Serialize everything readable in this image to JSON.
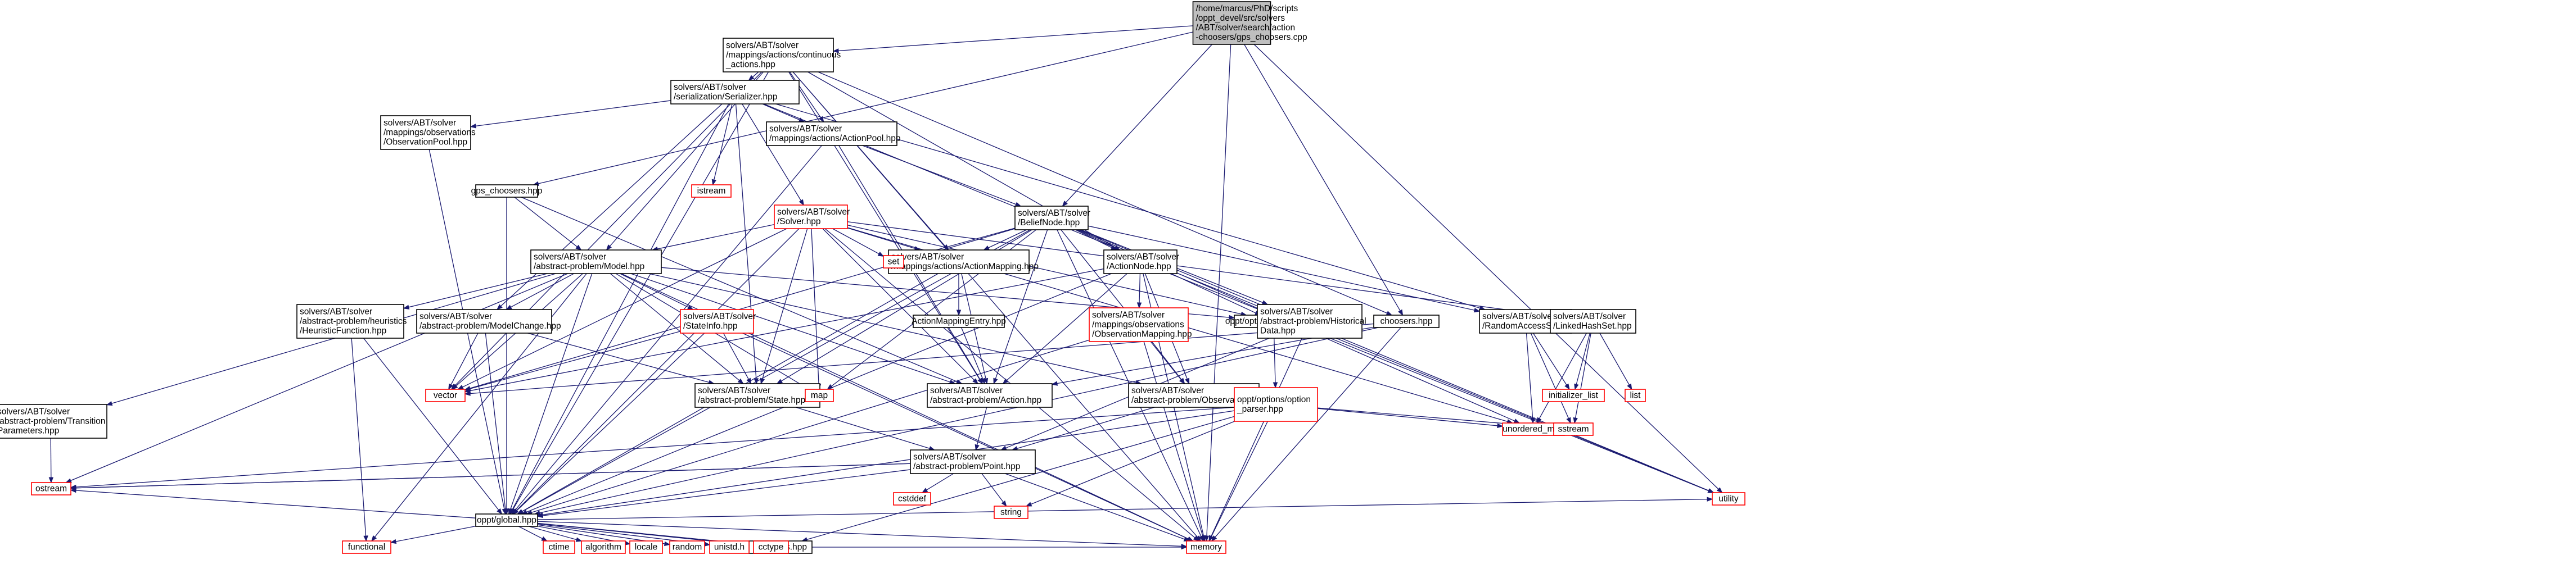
{
  "colors": {
    "node_fill": "#ffffff",
    "node_border": "#000000",
    "root_fill": "#bfbfbf",
    "root_border": "#000000",
    "missing_border": "#ff0000",
    "edge": "#191970"
  },
  "nodes": [
    {
      "id": "root",
      "lines": [
        "/home/marcus/PhD/scripts",
        "/oppt_devel/src/solvers",
        "/ABT/solver/search/action",
        "-choosers/gps_choosers.cpp"
      ],
      "style": "root"
    },
    {
      "id": "continuous_actions",
      "lines": [
        "solvers/ABT/solver",
        "/mappings/actions/continuous",
        "_actions.hpp"
      ],
      "style": "normal"
    },
    {
      "id": "serializer",
      "lines": [
        "solvers/ABT/solver",
        "/serialization/Serializer.hpp"
      ],
      "style": "normal"
    },
    {
      "id": "observation_pool",
      "lines": [
        "solvers/ABT/solver",
        "/mappings/observations",
        "/ObservationPool.hpp"
      ],
      "style": "normal"
    },
    {
      "id": "action_pool",
      "lines": [
        "solvers/ABT/solver",
        "/mappings/actions/ActionPool.hpp"
      ],
      "style": "normal"
    },
    {
      "id": "gps_choosers",
      "lines": [
        "gps_choosers.hpp"
      ],
      "style": "normal"
    },
    {
      "id": "solver",
      "lines": [
        "solvers/ABT/solver",
        "/Solver.hpp"
      ],
      "style": "missing"
    },
    {
      "id": "belief_node",
      "lines": [
        "solvers/ABT/solver",
        "/BeliefNode.hpp"
      ],
      "style": "normal"
    },
    {
      "id": "model",
      "lines": [
        "solvers/ABT/solver",
        "/abstract-problem/Model.hpp"
      ],
      "style": "normal"
    },
    {
      "id": "action_mapping",
      "lines": [
        "solvers/ABT/solver",
        "/mappings/actions/ActionMapping.hpp"
      ],
      "style": "normal"
    },
    {
      "id": "action_node",
      "lines": [
        "solvers/ABT/solver",
        "/ActionNode.hpp"
      ],
      "style": "normal"
    },
    {
      "id": "heuristic",
      "lines": [
        "solvers/ABT/solver",
        "/abstract-problem/heuristics",
        "/HeuristicFunction.hpp"
      ],
      "style": "normal"
    },
    {
      "id": "model_change",
      "lines": [
        "solvers/ABT/solver",
        "/abstract-problem/ModelChange.hpp"
      ],
      "style": "normal"
    },
    {
      "id": "state_info",
      "lines": [
        "solvers/ABT/solver",
        "/StateInfo.hpp"
      ],
      "style": "missing"
    },
    {
      "id": "action_mapping_entry",
      "lines": [
        "ActionMappingEntry.hpp"
      ],
      "style": "normal"
    },
    {
      "id": "obs_mapping",
      "lines": [
        "solvers/ABT/solver",
        "/mappings/observations",
        "/ObservationMapping.hpp"
      ],
      "style": "missing"
    },
    {
      "id": "options",
      "lines": [
        "oppt/options/Options.hpp"
      ],
      "style": "normal"
    },
    {
      "id": "historical_data",
      "lines": [
        "solvers/ABT/solver",
        "/abstract-problem/Historical",
        "Data.hpp"
      ],
      "style": "normal"
    },
    {
      "id": "choosers",
      "lines": [
        "choosers.hpp"
      ],
      "style": "normal"
    },
    {
      "id": "random_access_set",
      "lines": [
        "solvers/ABT/solver",
        "/RandomAccessSet.hpp"
      ],
      "style": "normal"
    },
    {
      "id": "linked_hash_set",
      "lines": [
        "solvers/ABT/solver",
        "/LinkedHashSet.hpp"
      ],
      "style": "normal"
    },
    {
      "id": "transition_params",
      "lines": [
        "solvers/ABT/solver",
        "/abstract-problem/Transition",
        "Parameters.hpp"
      ],
      "style": "normal"
    },
    {
      "id": "state",
      "lines": [
        "solvers/ABT/solver",
        "/abstract-problem/State.hpp"
      ],
      "style": "normal"
    },
    {
      "id": "action",
      "lines": [
        "solvers/ABT/solver",
        "/abstract-problem/Action.hpp"
      ],
      "style": "normal"
    },
    {
      "id": "observation",
      "lines": [
        "solvers/ABT/solver",
        "/abstract-problem/Observation.hpp"
      ],
      "style": "normal"
    },
    {
      "id": "option_parser",
      "lines": [
        "oppt/options/option",
        "_parser.hpp"
      ],
      "style": "missing"
    },
    {
      "id": "point",
      "lines": [
        "solvers/ABT/solver",
        "/abstract-problem/Point.hpp"
      ],
      "style": "normal"
    },
    {
      "id": "global",
      "lines": [
        "oppt/global.hpp"
      ],
      "style": "normal"
    },
    {
      "id": "oppt_typedefs",
      "lines": [
        "oppt/defs.hpp"
      ],
      "style": "normal"
    },
    {
      "id": "istream",
      "lines": [
        "istream"
      ],
      "style": "missing"
    },
    {
      "id": "ostream",
      "lines": [
        "ostream"
      ],
      "style": "missing"
    },
    {
      "id": "vector",
      "lines": [
        "vector"
      ],
      "style": "missing"
    },
    {
      "id": "set",
      "lines": [
        "set"
      ],
      "style": "missing"
    },
    {
      "id": "map",
      "lines": [
        "map"
      ],
      "style": "missing"
    },
    {
      "id": "utility",
      "lines": [
        "utility"
      ],
      "style": "missing"
    },
    {
      "id": "memory",
      "lines": [
        "memory"
      ],
      "style": "missing"
    },
    {
      "id": "unordered_map",
      "lines": [
        "unordered_map"
      ],
      "style": "missing"
    },
    {
      "id": "initializer_list",
      "lines": [
        "initializer_list"
      ],
      "style": "missing"
    },
    {
      "id": "list",
      "lines": [
        "list"
      ],
      "style": "missing"
    },
    {
      "id": "sstream",
      "lines": [
        "sstream"
      ],
      "style": "missing"
    },
    {
      "id": "string",
      "lines": [
        "string"
      ],
      "style": "missing"
    },
    {
      "id": "cstddef",
      "lines": [
        "cstddef"
      ],
      "style": "missing"
    },
    {
      "id": "functional",
      "lines": [
        "functional"
      ],
      "style": "missing"
    },
    {
      "id": "ctime",
      "lines": [
        "ctime"
      ],
      "style": "missing"
    },
    {
      "id": "algorithm",
      "lines": [
        "algorithm"
      ],
      "style": "missing"
    },
    {
      "id": "locale",
      "lines": [
        "locale"
      ],
      "style": "missing"
    },
    {
      "id": "random",
      "lines": [
        "random"
      ],
      "style": "missing"
    },
    {
      "id": "unistd",
      "lines": [
        "unistd.h"
      ],
      "style": "missing"
    },
    {
      "id": "cctype",
      "lines": [
        "cctype"
      ],
      "style": "missing"
    }
  ],
  "edges": [
    [
      "root",
      "continuous_actions"
    ],
    [
      "root",
      "gps_choosers"
    ],
    [
      "root",
      "belief_node"
    ],
    [
      "root",
      "choosers"
    ],
    [
      "root",
      "memory"
    ],
    [
      "root",
      "utility"
    ],
    [
      "continuous_actions",
      "serializer"
    ],
    [
      "continuous_actions",
      "action_pool"
    ],
    [
      "continuous_actions",
      "action_mapping"
    ],
    [
      "continuous_actions",
      "model"
    ],
    [
      "continuous_actions",
      "action_node"
    ],
    [
      "continuous_actions",
      "global"
    ],
    [
      "continuous_actions",
      "vector"
    ],
    [
      "continuous_actions",
      "action"
    ],
    [
      "continuous_actions",
      "memory"
    ],
    [
      "continuous_actions",
      "choosers"
    ],
    [
      "serializer",
      "observation_pool"
    ],
    [
      "serializer",
      "action_pool"
    ],
    [
      "serializer",
      "solver"
    ],
    [
      "serializer",
      "istream"
    ],
    [
      "serializer",
      "model_change"
    ],
    [
      "serializer",
      "state"
    ],
    [
      "serializer",
      "global"
    ],
    [
      "serializer",
      "random_access_set"
    ],
    [
      "serializer",
      "utility"
    ],
    [
      "observation_pool",
      "global"
    ],
    [
      "action_pool",
      "belief_node"
    ],
    [
      "action_pool",
      "global"
    ],
    [
      "action_pool",
      "action"
    ],
    [
      "gps_choosers",
      "model"
    ],
    [
      "gps_choosers",
      "global"
    ],
    [
      "gps_choosers",
      "action"
    ],
    [
      "solver",
      "model"
    ],
    [
      "solver",
      "action_mapping"
    ],
    [
      "solver",
      "set"
    ],
    [
      "solver",
      "action"
    ],
    [
      "solver",
      "state"
    ],
    [
      "solver",
      "global"
    ],
    [
      "solver",
      "map"
    ],
    [
      "solver",
      "vector"
    ],
    [
      "solver",
      "memory"
    ],
    [
      "solver",
      "options"
    ],
    [
      "solver",
      "unordered_map"
    ],
    [
      "solver",
      "linked_hash_set"
    ],
    [
      "belief_node",
      "action_node"
    ],
    [
      "belief_node",
      "historical_data"
    ],
    [
      "belief_node",
      "action_mapping"
    ],
    [
      "belief_node",
      "global"
    ],
    [
      "belief_node",
      "action"
    ],
    [
      "belief_node",
      "state"
    ],
    [
      "belief_node",
      "observation"
    ],
    [
      "belief_node",
      "memory"
    ],
    [
      "belief_node",
      "set"
    ],
    [
      "belief_node",
      "map"
    ],
    [
      "belief_node",
      "vector"
    ],
    [
      "belief_node",
      "utility"
    ],
    [
      "belief_node",
      "random_access_set"
    ],
    [
      "belief_node",
      "options"
    ],
    [
      "belief_node",
      "unordered_map"
    ],
    [
      "model",
      "heuristic"
    ],
    [
      "model",
      "model_change"
    ],
    [
      "model",
      "state_info"
    ],
    [
      "model",
      "transition_params"
    ],
    [
      "model",
      "global"
    ],
    [
      "model",
      "action"
    ],
    [
      "model",
      "state"
    ],
    [
      "model",
      "observation"
    ],
    [
      "model",
      "options"
    ],
    [
      "model",
      "vector"
    ],
    [
      "model",
      "map"
    ],
    [
      "model",
      "memory"
    ],
    [
      "model",
      "ostream"
    ],
    [
      "model",
      "functional"
    ],
    [
      "action_mapping",
      "action_mapping_entry"
    ],
    [
      "action_mapping",
      "action"
    ],
    [
      "action_mapping",
      "global"
    ],
    [
      "action_mapping_entry",
      "action"
    ],
    [
      "action_node",
      "obs_mapping"
    ],
    [
      "action_node",
      "action"
    ],
    [
      "action_node",
      "observation"
    ],
    [
      "action_node",
      "global"
    ],
    [
      "action_node",
      "memory"
    ],
    [
      "action_node",
      "vector"
    ],
    [
      "action_node",
      "utility"
    ],
    [
      "heuristic",
      "global"
    ],
    [
      "heuristic",
      "functional"
    ],
    [
      "model_change",
      "global"
    ],
    [
      "model_change",
      "vector"
    ],
    [
      "model_change",
      "state"
    ],
    [
      "state_info",
      "state"
    ],
    [
      "state_info",
      "global"
    ],
    [
      "state_info",
      "vector"
    ],
    [
      "state_info",
      "memory"
    ],
    [
      "obs_mapping",
      "observation"
    ],
    [
      "obs_mapping",
      "global"
    ],
    [
      "obs_mapping",
      "memory"
    ],
    [
      "options",
      "option_parser"
    ],
    [
      "historical_data",
      "memory"
    ],
    [
      "historical_data",
      "point"
    ],
    [
      "choosers",
      "action"
    ],
    [
      "choosers",
      "global"
    ],
    [
      "choosers",
      "memory"
    ],
    [
      "choosers",
      "vector"
    ],
    [
      "random_access_set",
      "unordered_map"
    ],
    [
      "random_access_set",
      "sstream"
    ],
    [
      "random_access_set",
      "initializer_list"
    ],
    [
      "linked_hash_set",
      "unordered_map"
    ],
    [
      "linked_hash_set",
      "list"
    ],
    [
      "linked_hash_set",
      "sstream"
    ],
    [
      "linked_hash_set",
      "initializer_list"
    ],
    [
      "transition_params",
      "ostream"
    ],
    [
      "state",
      "point"
    ],
    [
      "action",
      "point"
    ],
    [
      "observation",
      "point"
    ],
    [
      "option_parser",
      "oppt_typedefs"
    ],
    [
      "option_parser",
      "memory"
    ],
    [
      "option_parser",
      "string"
    ],
    [
      "option_parser",
      "unordered_map"
    ],
    [
      "option_parser",
      "sstream"
    ],
    [
      "option_parser",
      "ostream"
    ],
    [
      "option_parser",
      "global"
    ],
    [
      "point",
      "global"
    ],
    [
      "point",
      "ostream"
    ],
    [
      "point",
      "cstddef"
    ],
    [
      "point",
      "string"
    ],
    [
      "point",
      "memory"
    ],
    [
      "point",
      "ostream"
    ],
    [
      "global",
      "memory"
    ],
    [
      "global",
      "oppt_typedefs"
    ],
    [
      "global",
      "functional"
    ],
    [
      "global",
      "ctime"
    ],
    [
      "global",
      "algorithm"
    ],
    [
      "global",
      "locale"
    ],
    [
      "global",
      "random"
    ],
    [
      "global",
      "unistd"
    ],
    [
      "global",
      "cctype"
    ],
    [
      "global",
      "ostream"
    ],
    [
      "global",
      "utility"
    ],
    [
      "oppt_typedefs",
      "memory"
    ]
  ]
}
